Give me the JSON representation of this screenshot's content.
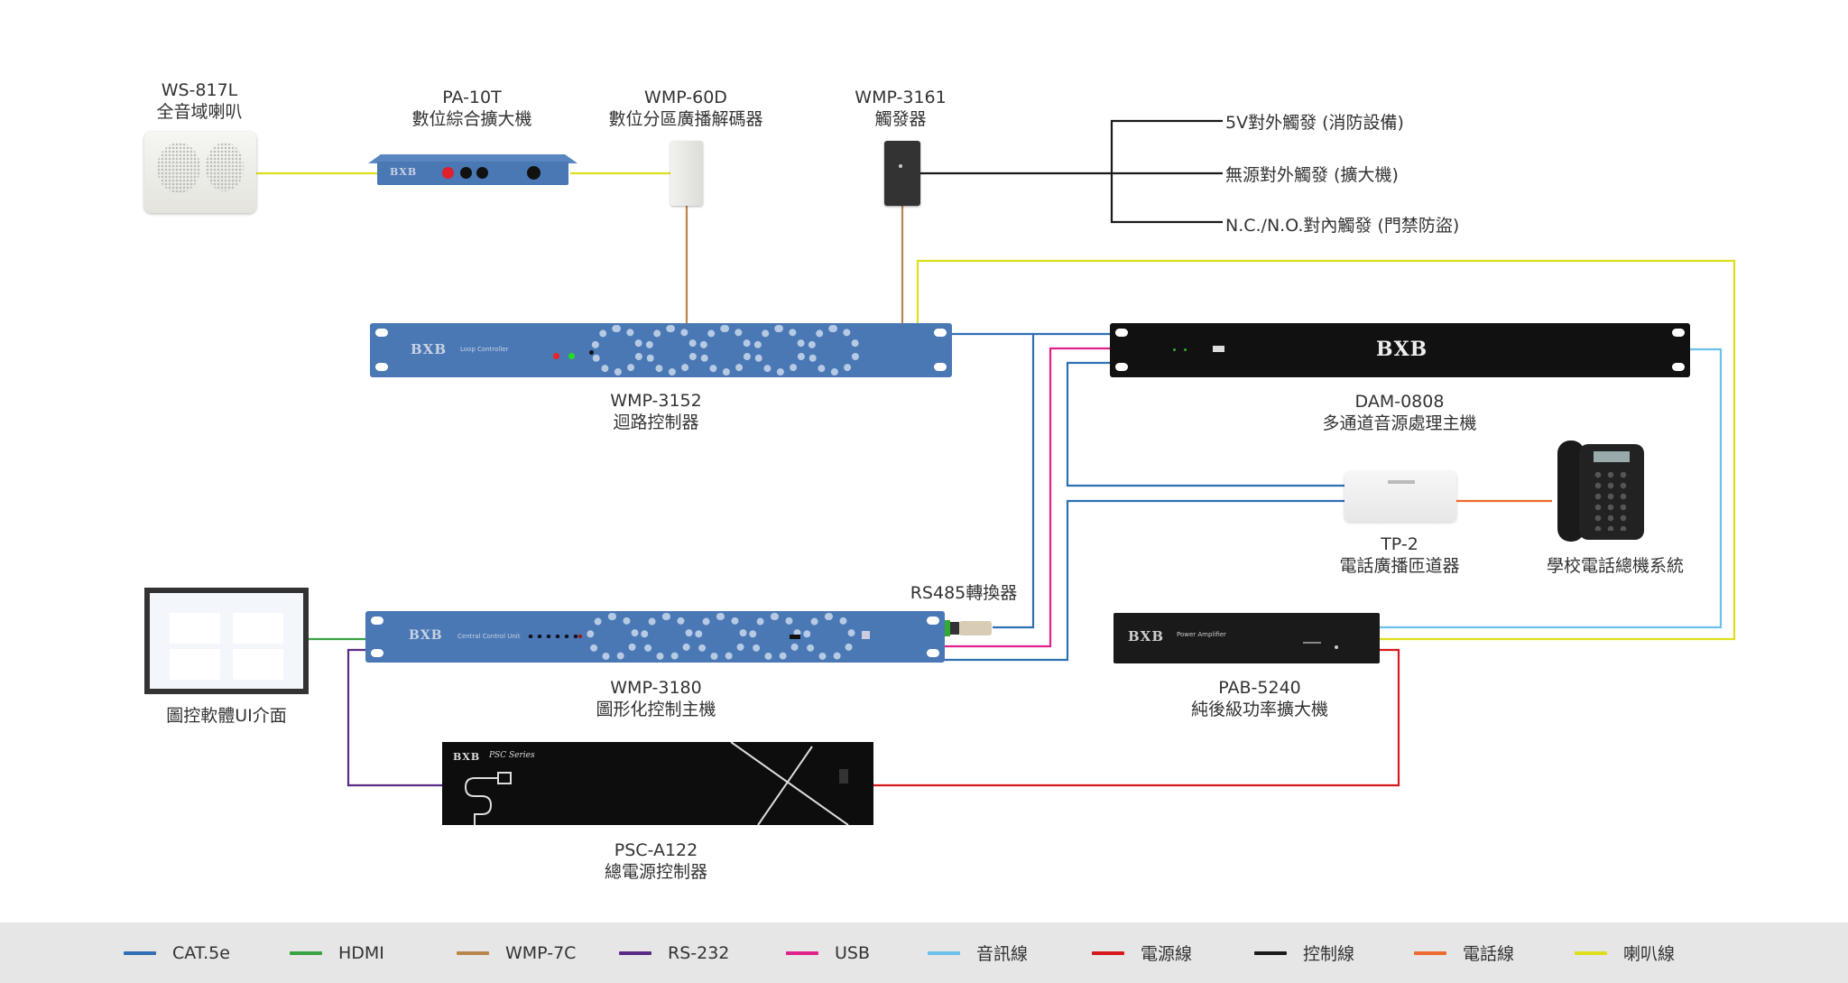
{
  "devices": {
    "ws817l": {
      "model": "WS-817L",
      "name": "全音域喇叭"
    },
    "pa10t": {
      "model": "PA-10T",
      "name": "數位綜合擴大機"
    },
    "wmp60d": {
      "model": "WMP-60D",
      "name": "數位分區廣播解碼器"
    },
    "wmp3161": {
      "model": "WMP-3161",
      "name": "觸發器"
    },
    "wmp3152": {
      "model": "WMP-3152",
      "name": "迴路控制器",
      "panel_text": "Loop Controller",
      "brand": "BXB"
    },
    "dam0808": {
      "model": "DAM-0808",
      "name": "多通道音源處理主機",
      "brand": "BXB"
    },
    "tp2": {
      "model": "TP-2",
      "name": "電話廣播匝道器"
    },
    "phone": {
      "name": "學校電話總機系統"
    },
    "ui": {
      "name": "圖控軟體UI介面"
    },
    "wmp3180": {
      "model": "WMP-3180",
      "name": "圖形化控制主機",
      "panel_text": "Central Control Unit",
      "brand": "BXB"
    },
    "rs485": {
      "name": "RS485轉換器"
    },
    "pab5240": {
      "model": "PAB-5240",
      "name": "純後級功率擴大機",
      "panel_text": "Power Amplifier",
      "brand": "BXB"
    },
    "pscA122": {
      "model": "PSC-A122",
      "name": "總電源控制器",
      "panel_text": "PSC Series",
      "brand": "BXB"
    }
  },
  "triggers": [
    "5V對外觸發 (消防設備)",
    "無源對外觸發 (擴大機)",
    "N.C./N.O.對內觸發 (門禁防盜)"
  ],
  "legend": [
    {
      "label": "CAT.5e",
      "color": "#2f6fb3"
    },
    {
      "label": "HDMI",
      "color": "#3aa241"
    },
    {
      "label": "WMP-7C",
      "color": "#b8864b"
    },
    {
      "label": "RS-232",
      "color": "#5b2a86"
    },
    {
      "label": "USB",
      "color": "#e0218a"
    },
    {
      "label": "音訊線",
      "color": "#6cc0ea"
    },
    {
      "label": "電源線",
      "color": "#d7191c"
    },
    {
      "label": "控制線",
      "color": "#1a1a1a"
    },
    {
      "label": "電話線",
      "color": "#ee6a2f"
    },
    {
      "label": "喇叭線",
      "color": "#dede1e"
    }
  ]
}
